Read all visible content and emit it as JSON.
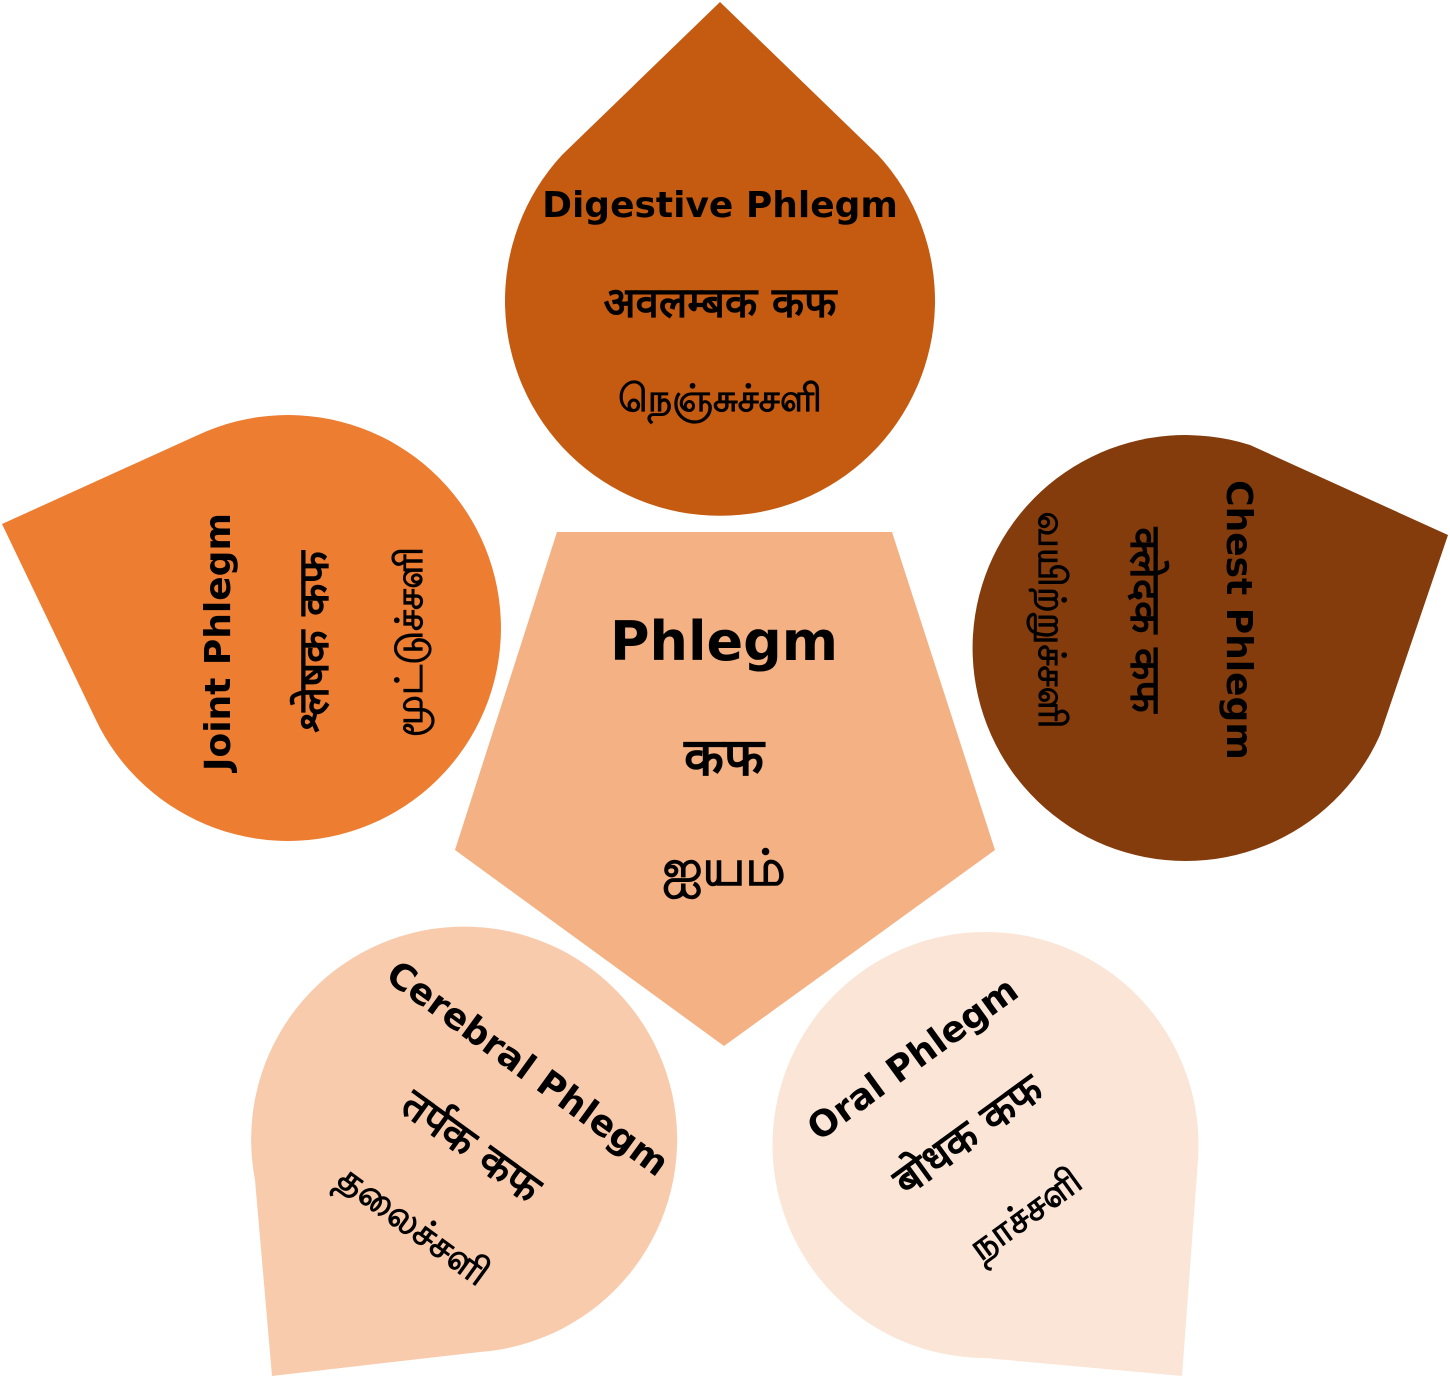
{
  "center": {
    "english": "Phlegm",
    "sanskrit": "कफ",
    "tamil": "ஐயம்",
    "color": "#F4B183"
  },
  "petals": [
    {
      "id": "digestive",
      "english": "Digestive Phlegm",
      "sanskrit": "अवलम्बक कफ",
      "tamil": "நெஞ்சுச்சளி",
      "color": "#C55A11"
    },
    {
      "id": "chest",
      "english": "Chest Phlegm",
      "sanskrit": "क्लेदक कफ",
      "tamil": "வயிற்றுச்சளி",
      "color": "#843C0C"
    },
    {
      "id": "oral",
      "english": "Oral Phlegm",
      "sanskrit": "बोधक कफ",
      "tamil": "நாச்சளி",
      "color": "#FBE5D6"
    },
    {
      "id": "cerebral",
      "english": "Cerebral Phlegm",
      "sanskrit": "तर्पक कफ",
      "tamil": "தலைச்சளி",
      "color": "#F8CBAD"
    },
    {
      "id": "joint",
      "english": "Joint Phlegm",
      "sanskrit": "श्लेषक कफ",
      "tamil": "மூட்டுச்சளி",
      "color": "#ED7D31"
    }
  ]
}
